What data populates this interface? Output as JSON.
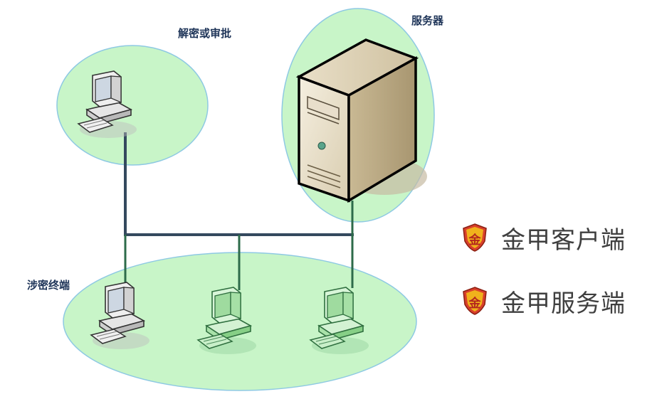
{
  "labels": {
    "approver": "解密或审批",
    "server": "服务器",
    "terminals": "涉密终端"
  },
  "legend": [
    {
      "text": "金甲客户端",
      "badge_glyph": "金",
      "icon": "shield-badge-icon"
    },
    {
      "text": "金甲服务端",
      "badge_glyph": "金",
      "icon": "shield-badge-icon"
    }
  ],
  "colors": {
    "zone_fill": "#c8f5c8",
    "zone_stroke": "#8ec9e3",
    "network_line": "#34495e",
    "uplink_line": "#2d6b4a",
    "client_pc": "#8fd88f",
    "badge_red": "#d9402b",
    "badge_gold": "#f0b21c"
  }
}
